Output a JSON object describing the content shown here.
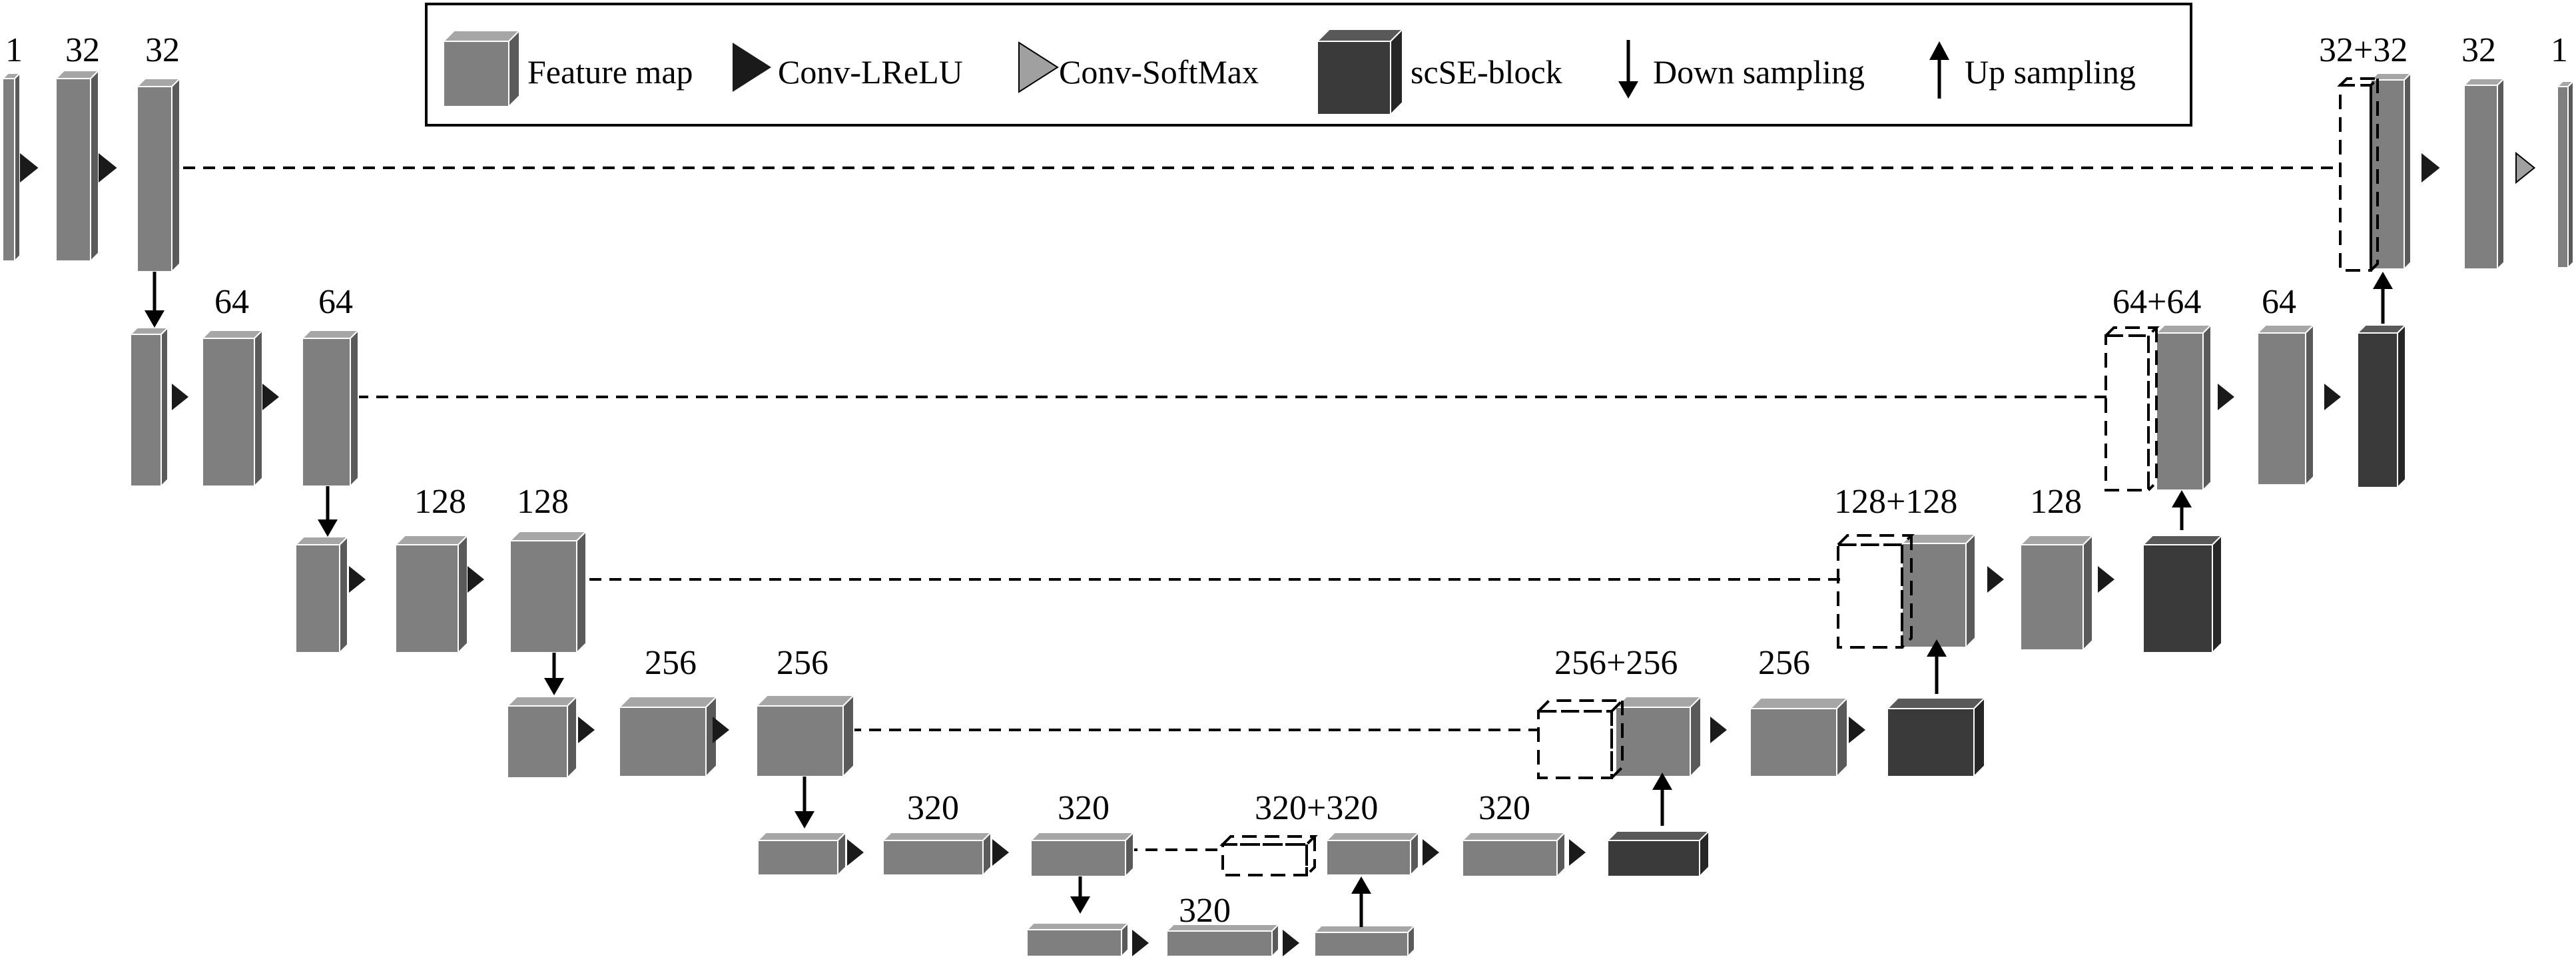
{
  "legend": {
    "feature_map": "Feature map",
    "conv_lrelu": "Conv-LReLU",
    "conv_softmax": "Conv-SoftMax",
    "scse_block": "scSE-block",
    "down_sampling": "Down sampling",
    "up_sampling": "Up sampling"
  },
  "labels": {
    "enc1_in": "1",
    "enc1_a": "32",
    "enc1_b": "32",
    "enc2_a": "64",
    "enc2_b": "64",
    "enc3_a": "128",
    "enc3_b": "128",
    "enc4_a": "256",
    "enc4_b": "256",
    "enc5_a": "320",
    "enc5_b": "320",
    "bottleneck": "320",
    "dec5_cat": "320+320",
    "dec5_a": "320",
    "dec4_cat": "256+256",
    "dec4_a": "256",
    "dec3_cat": "128+128",
    "dec3_a": "128",
    "dec2_cat": "64+64",
    "dec2_a": "64",
    "dec1_cat": "32+32",
    "dec1_a": "32",
    "dec1_out": "1"
  },
  "colors": {
    "feature_map": "#7f7f7f",
    "feature_map_top": "#a6a6a6",
    "feature_map_side": "#5a5a5a",
    "scse_front": "#3a3a3a",
    "scse_top": "#595959",
    "scse_side": "#262626",
    "conv_lrelu": "#1a1a1a",
    "conv_softmax": "#a0a0a0",
    "stroke": "#000000"
  }
}
